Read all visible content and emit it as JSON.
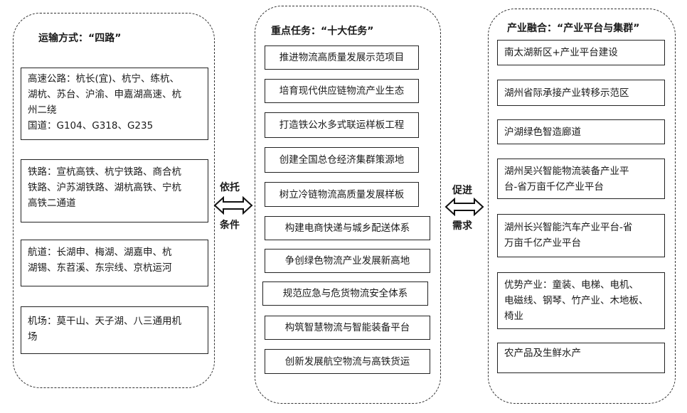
{
  "transport": {
    "title": "运输方式：“四路”",
    "highway": {
      "lines": [
        "高速公路：杭长(宜)、杭宁、练杭、",
        "湖杭、苏台、沪渝、申嘉湖高速、杭",
        "州二绕"
      ],
      "national": "国道：G104、G318、G235"
    },
    "railway": {
      "lines": [
        "铁路：宣杭高铁、杭宁铁路、商合杭",
        "铁路、沪苏湖铁路、湖杭高铁、宁杭",
        "高铁二通道"
      ]
    },
    "waterway": {
      "lines": [
        "航道：长湖申、梅湖、湖嘉申、杭",
        "湖锡、东苕溪、东宗线、京杭运河"
      ]
    },
    "airport": {
      "lines": [
        "机场：莫干山、天子湖、八三通用机",
        "场"
      ]
    }
  },
  "tasks": {
    "title": "重点任务：“十大任务”",
    "items": [
      "推进物流高质量发展示范项目",
      "培育现代供应链物流产业生态",
      "打造铁公水多式联运样板工程",
      "创建全国总仓经济集群策源地",
      "树立冷链物流高质量发展样板",
      "构建电商快递与城乡配送体系",
      "争创绿色物流产业发展新高地",
      "规范应急与危货物流安全体系",
      "构筑智慧物流与智能装备平台",
      "创新发展航空物流与高铁货运"
    ]
  },
  "industry": {
    "title": "产业融合：“产业平台与集群”",
    "items": [
      [
        "南太湖新区+产业平台建设"
      ],
      [
        "湖州省际承接产业转移示范区"
      ],
      [
        "沪湖绿色智造廊道"
      ],
      [
        "湖州吴兴智能物流装备产业平",
        "台-省万亩千亿产业平台"
      ],
      [
        "湖州长兴智能汽车产业平台-省",
        "万亩千亿产业平台"
      ],
      [
        "优势产业：童装、电梯、电机、",
        "电磁线、钢琴、竹产业、木地板、",
        "椅业"
      ],
      [
        "农产品及生鲜水产"
      ]
    ]
  },
  "connectors": {
    "left": {
      "top": "依托",
      "bottom": "条件"
    },
    "right": {
      "top": "促进",
      "bottom": "需求"
    }
  }
}
